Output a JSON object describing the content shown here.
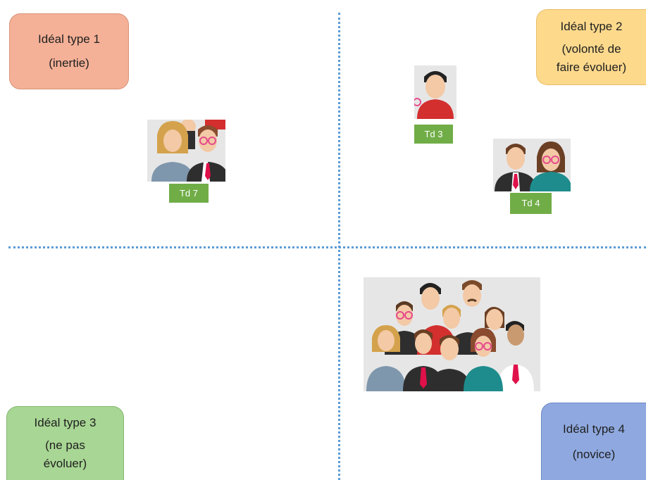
{
  "quadrants": {
    "type1": {
      "line1": "Idéal type 1",
      "line2": "(inertie)"
    },
    "type2": {
      "line1": "Idéal type 2",
      "line2": "(volonté de",
      "line3": "faire évoluer)"
    },
    "type3": {
      "line1": "Idéal type 3",
      "line2": "(ne pas",
      "line3": "évoluer)"
    },
    "type4": {
      "line1": "Idéal type 4",
      "line2": "(novice)"
    }
  },
  "teachers": {
    "td7": "Td 7",
    "td3": "Td 3",
    "td4": "Td 4"
  },
  "colors": {
    "axis": "#5b9bd5",
    "tag": "#70ad47",
    "type1": "#f4b197",
    "type2": "#fdd98c",
    "type3": "#a8d694",
    "type4": "#8fa9e0"
  },
  "icons": [
    "person-group-icon",
    "person-icon"
  ]
}
